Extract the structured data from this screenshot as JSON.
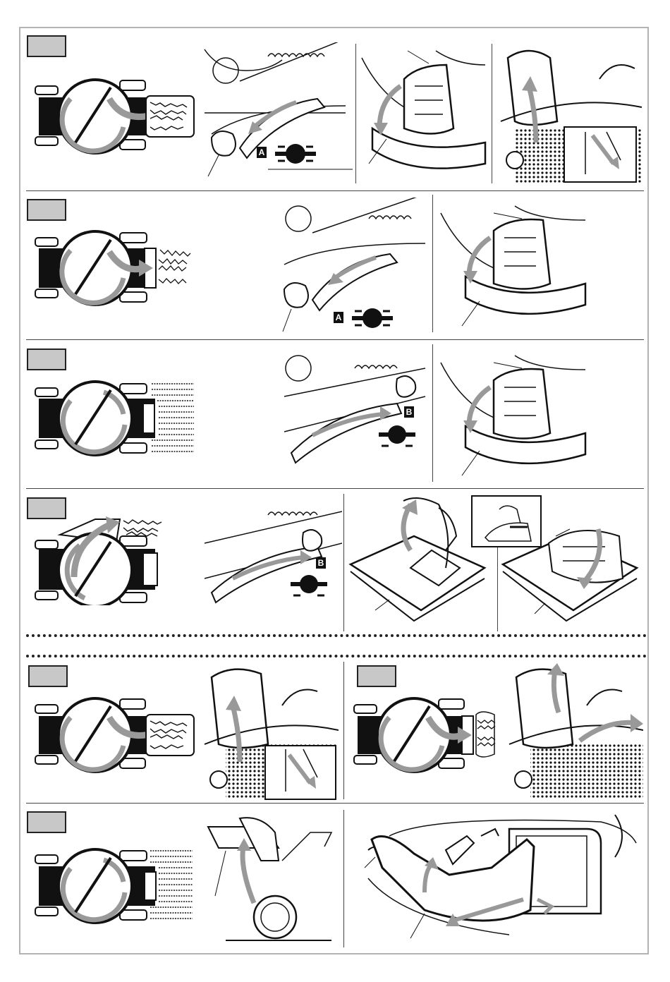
{
  "symbols": {
    "row1": "A",
    "row2": "A",
    "row3": "B",
    "row4": "B"
  },
  "colors": {
    "frame": "#b3b3b3",
    "tag_fill": "#c8c8c8",
    "arrow_gray": "#9a9a9a",
    "ink": "#111111"
  }
}
